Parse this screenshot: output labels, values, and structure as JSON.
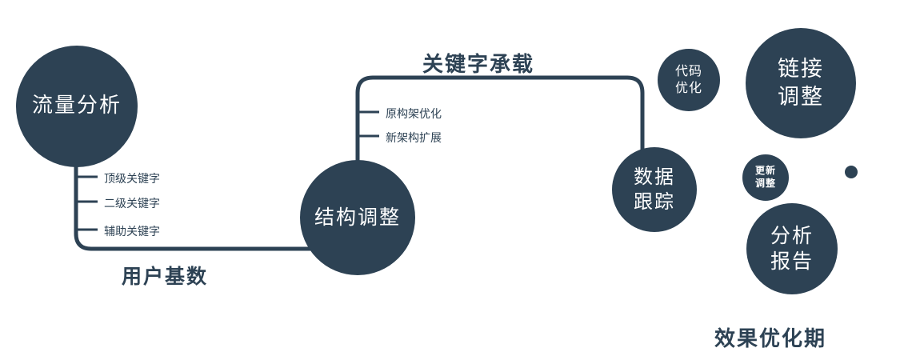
{
  "colors": {
    "primary": "#2d4254",
    "node_text": "#ffffff",
    "background": "#ffffff"
  },
  "nodes": {
    "traffic": {
      "label": "流量分析"
    },
    "structure": {
      "label": "结构调整"
    },
    "data_tracking": {
      "line1": "数据",
      "line2": "跟踪"
    },
    "code_opt": {
      "line1": "代码",
      "line2": "优化"
    },
    "link_adjust": {
      "line1": "链接",
      "line2": "调整"
    },
    "update_adjust": {
      "line1": "更新",
      "line2": "调整"
    },
    "analysis_report": {
      "line1": "分析",
      "line2": "报告"
    }
  },
  "edge_labels": {
    "user_base": "用户基数",
    "keyword_load": "关键字承载",
    "effect_period": "效果优化期"
  },
  "ticks": {
    "traffic": [
      "顶级关键字",
      "二级关键字",
      "辅助关键字"
    ],
    "structure": [
      "原构架优化",
      "新架构扩展"
    ]
  }
}
